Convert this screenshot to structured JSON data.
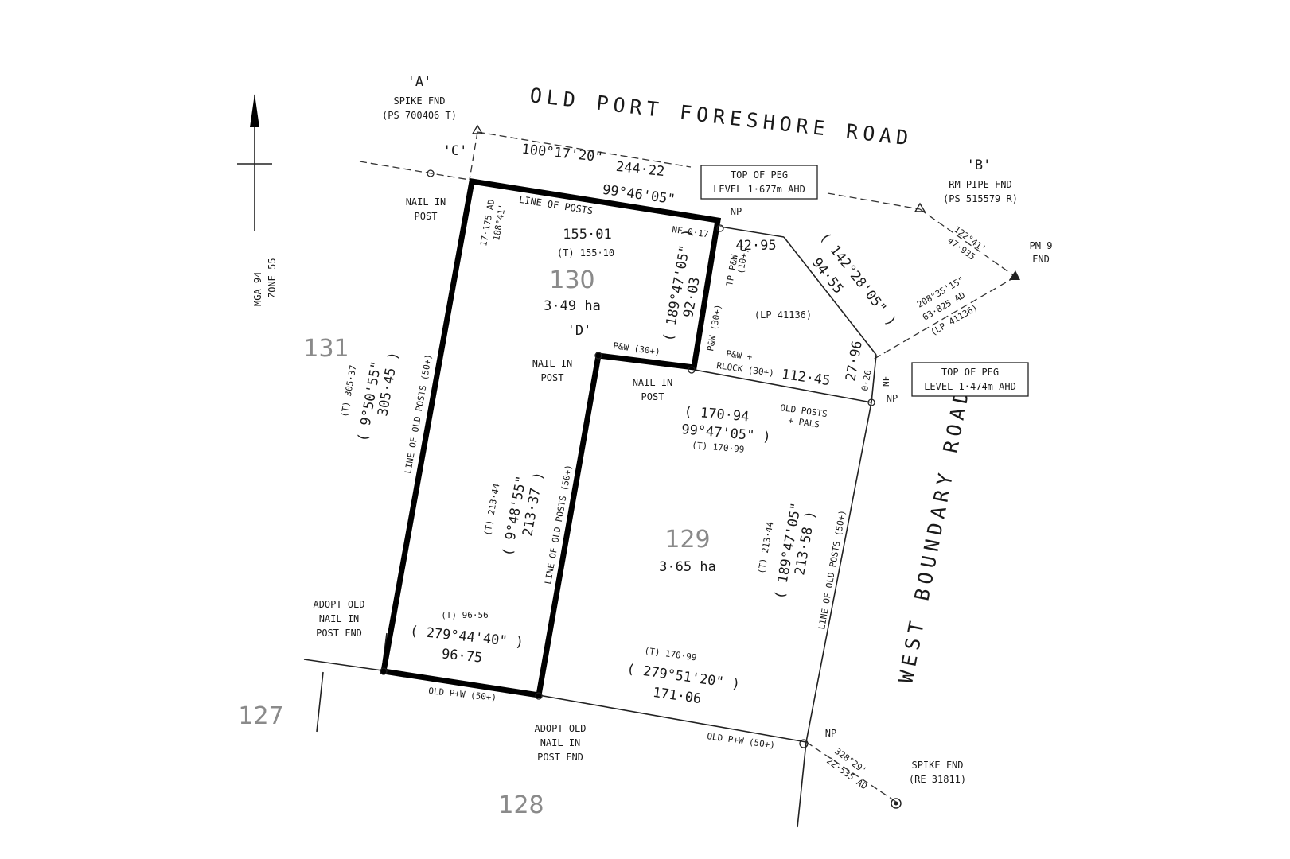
{
  "roads": {
    "north": "OLD PORT FORESHORE ROAD",
    "east": "WEST BOUNDARY ROAD"
  },
  "north_arrow": {
    "datum": "MGA 94",
    "zone": "ZONE 55"
  },
  "lots": {
    "lot131": "131",
    "lot130": {
      "number": "130",
      "area": "3·49 ha"
    },
    "lot129": {
      "number": "129",
      "area": "3·65 ha"
    },
    "lot127": "127",
    "lot128": "128",
    "lp": "(LP 41136)"
  },
  "marks": {
    "a_tag": "'A'",
    "a_line1": "SPIKE FND",
    "a_line2": "(PS 700406 T)",
    "b_tag": "'B'",
    "b_line1": "RM PIPE FND",
    "b_line2": "(PS 515579 R)",
    "c_tag": "'C'",
    "d_tag": "'D'",
    "pm_line1": "PM 9",
    "pm_line2": "FND",
    "spike_line1": "SPIKE FND",
    "spike_line2": "(RE 31811)",
    "nail_post_nw_1": "NAIL IN",
    "nail_post_nw_2": "POST",
    "nail_post_d_1": "NAIL IN",
    "nail_post_d_2": "POST",
    "nail_post_c_1": "NAIL IN",
    "nail_post_c_2": "POST",
    "adopt_sw_1": "ADOPT OLD",
    "adopt_sw_2": "NAIL IN",
    "adopt_sw_3": "POST FND",
    "adopt_s_1": "ADOPT OLD",
    "adopt_s_2": "NAIL IN",
    "adopt_s_3": "POST FND",
    "np_1": "NP",
    "np_2": "NP",
    "np_3": "NP",
    "nf_1": "NF",
    "nf_2": "NF"
  },
  "pegs": {
    "peg1_line1": "TOP OF PEG",
    "peg1_line2": "LEVEL 1·677m AHD",
    "peg2_line1": "TOP OF PEG",
    "peg2_line2": "LEVEL 1·474m AHD"
  },
  "dims": {
    "a_bearing": "100°17'20\"",
    "a_dist": "244·22",
    "north_bearing": "99°46'05\"",
    "line_of_posts": "LINE OF POSTS",
    "n_dist": "155·01",
    "n_title": "(T) 155·10",
    "nw_ad": "17·175 AD",
    "nw_ad_bearing": "188°41'",
    "nf_017": "NF 0·17",
    "inner_bearing": "( 189°47'05\" )",
    "inner_dist": "92·03",
    "pw_tp": "TP P&W",
    "pw_10": "(10+)",
    "ne_dist": "42·95",
    "ne_diag_bearing": "( 142°28'05\" )",
    "ne_diag_dist": "94·55",
    "pm_bearing": "122°41'",
    "pm_dist": "47·935",
    "pm2_bearing": "208°35'15\"",
    "pm2_dist": "63·825 AD",
    "pm2_lp": "(LP 41136)",
    "pw_30_v": "P&W (30+)",
    "pw_30_h": "P&W (30+)",
    "pw_rlock_1": "P&W +",
    "pw_rlock_2": "RLOCK (30+)",
    "mid_dist": "112·45",
    "e_dist": "27·96",
    "e_026": "0·26",
    "west_title": "(T) 305·37",
    "west_bearing": "( 9°50'55\"",
    "west_dist": "305·45 )",
    "west_posts": "LINE OF OLD POSTS (50+)",
    "l130_title": "(T) 213·44",
    "l130_bearing": "( 9°48'55\"",
    "l130_dist": "213·37 )",
    "l130_posts": "LINE OF OLD POSTS (50+)",
    "s130_title": "(T) 96·56",
    "s130_bearing": "( 279°44'40\" )",
    "s130_dist": "96·75",
    "l129n_dist": "( 170·94",
    "l129n_bearing": "99°47'05\" )",
    "l129n_title": "(T) 170·99",
    "old_posts_1": "OLD POSTS",
    "old_posts_2": "+ PALS",
    "e129_title": "(T) 213·44",
    "e129_bearing": "( 189°47'05\"",
    "e129_dist": "213·58 )",
    "e129_posts": "LINE OF OLD POSTS (50+)",
    "s129_title": "(T) 170·99",
    "s129_bearing": "( 279°51'20\" )",
    "s129_dist": "171·06",
    "old_pw_1": "OLD P+W (50+)",
    "old_pw_2": "OLD P+W (50+)",
    "se_bearing": "328°29'",
    "se_dist": "22·535 AD"
  }
}
